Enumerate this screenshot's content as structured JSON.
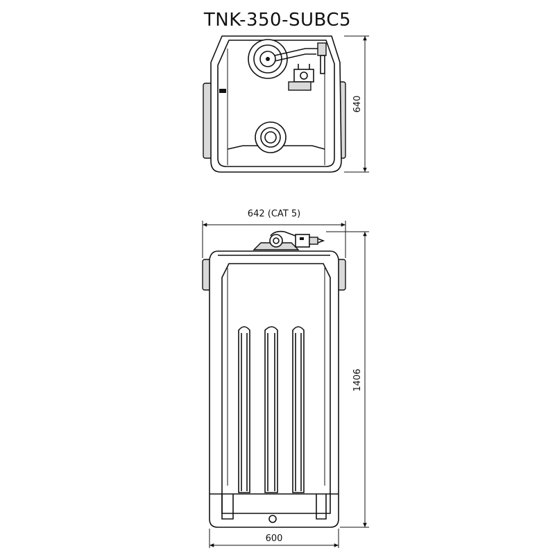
{
  "title": "TNK-350-SUBC5",
  "dimensions": {
    "top_view_depth": "640",
    "overall_width": "642 (CAT 5)",
    "height": "1406",
    "base_width": "600"
  }
}
